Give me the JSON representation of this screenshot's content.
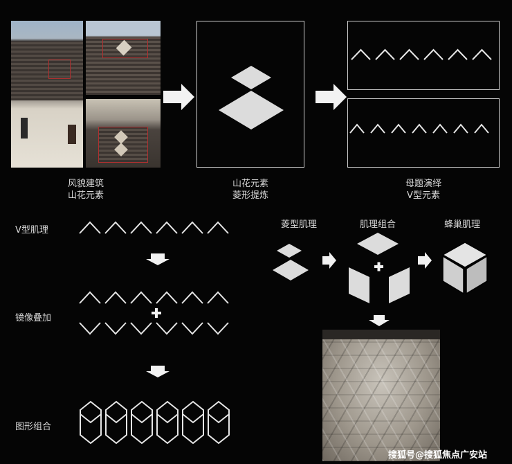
{
  "top_row": {
    "photos_caption": [
      "风貌建筑",
      "山花元素"
    ],
    "extract_caption": [
      "山花元素",
      "菱形提炼"
    ],
    "derive_caption": [
      "母题演绎",
      "V型元素"
    ]
  },
  "left_flow": {
    "label_v": "V型肌理",
    "label_mirror": "镜像叠加",
    "label_combo": "图形组合",
    "plus": "+"
  },
  "right_flow": {
    "label_diamond": "菱型肌理",
    "label_combine": "肌理组合",
    "label_honeycomb": "蜂巢肌理",
    "plus": "+"
  },
  "watermark": "搜狐号@搜狐焦点广安站",
  "colors": {
    "background": "#000000",
    "line": "#e6e6e6",
    "shape_fill": "#dcdcdc",
    "highlight_box": "#b03030"
  }
}
